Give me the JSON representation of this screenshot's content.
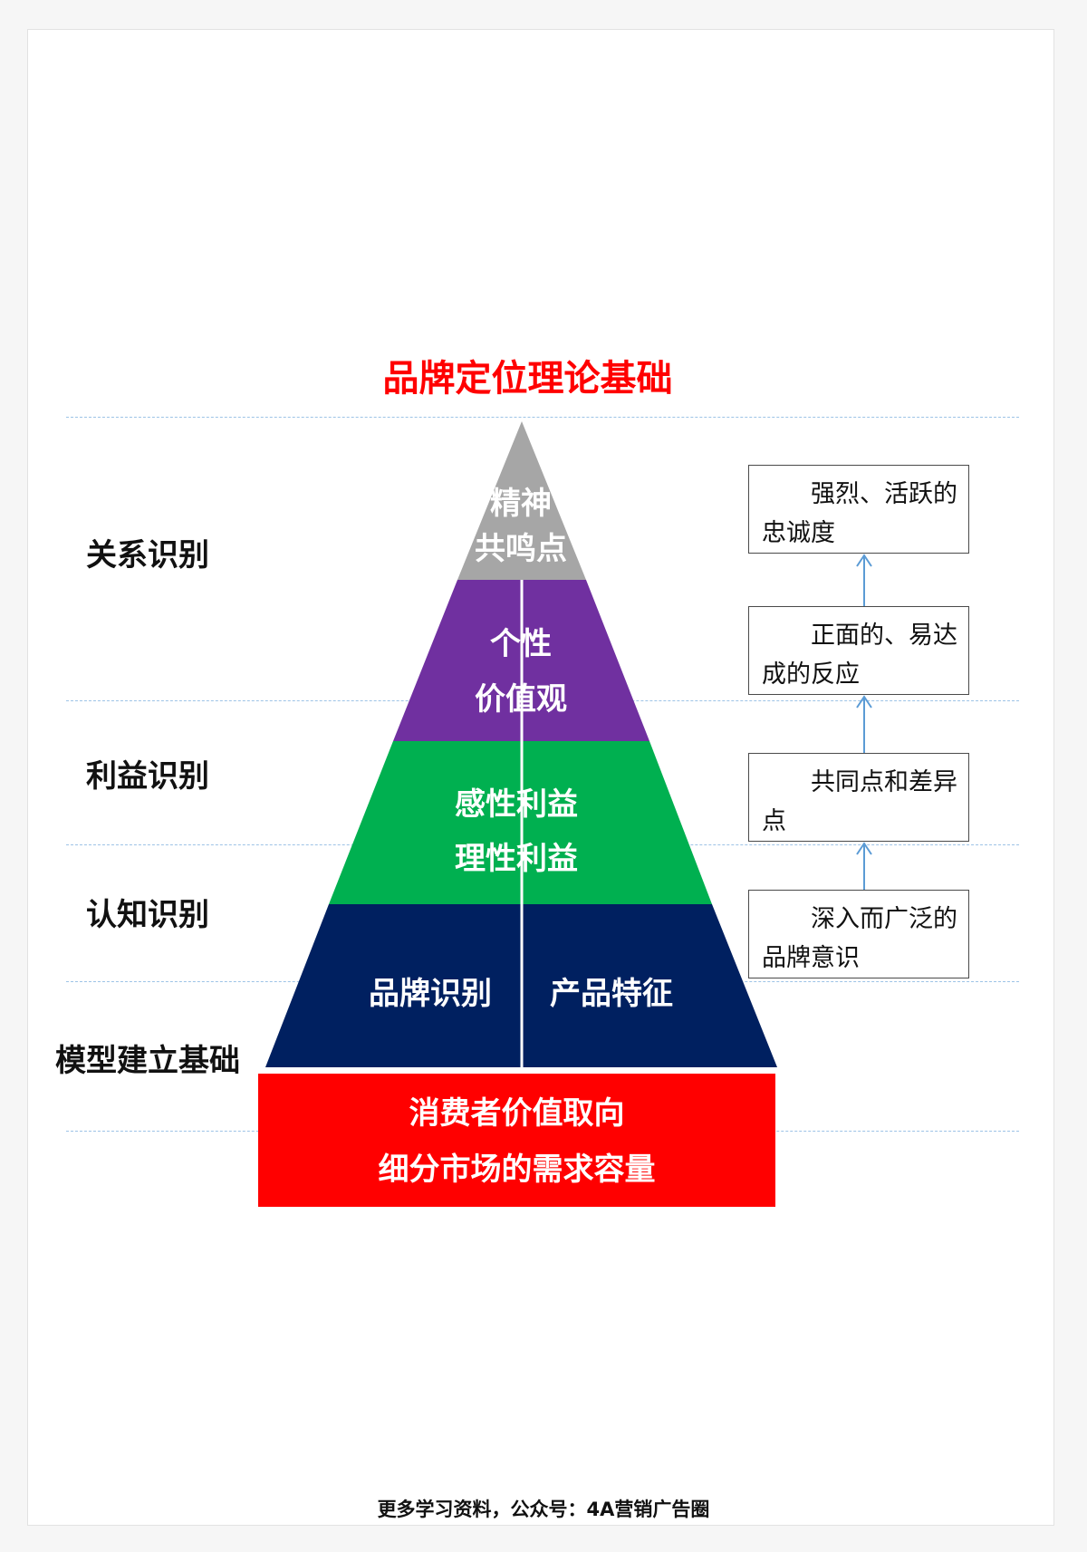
{
  "title": "品牌定位理论基础",
  "levels": [
    "关系识别",
    "利益识别",
    "认知识别",
    "模型建立基础"
  ],
  "pyramid": {
    "top": [
      "精神",
      "共鸣点"
    ],
    "second": [
      "个性",
      "价值观"
    ],
    "third": [
      "感性利益",
      "理性利益"
    ],
    "fourth_left": "品牌识别",
    "fourth_right": "产品特征"
  },
  "base": [
    "消费者价值取向",
    "细分市场的需求容量"
  ],
  "boxes": [
    "强烈、活跃的忠诚度",
    "正面的、易达成的反应",
    "共同点和差异点",
    "深入而广泛的品牌意识"
  ],
  "footer": "更多学习资料，公众号：4A营销广告圈",
  "colors": {
    "title": "#ff0000",
    "top_tier": "#a6a6a6",
    "second_tier": "#7030a0",
    "third_tier": "#00b050",
    "fourth_tier": "#002060",
    "base": "#ff0000",
    "arrow": "#5b9bd5",
    "guide_line": "#9dc3e6"
  }
}
